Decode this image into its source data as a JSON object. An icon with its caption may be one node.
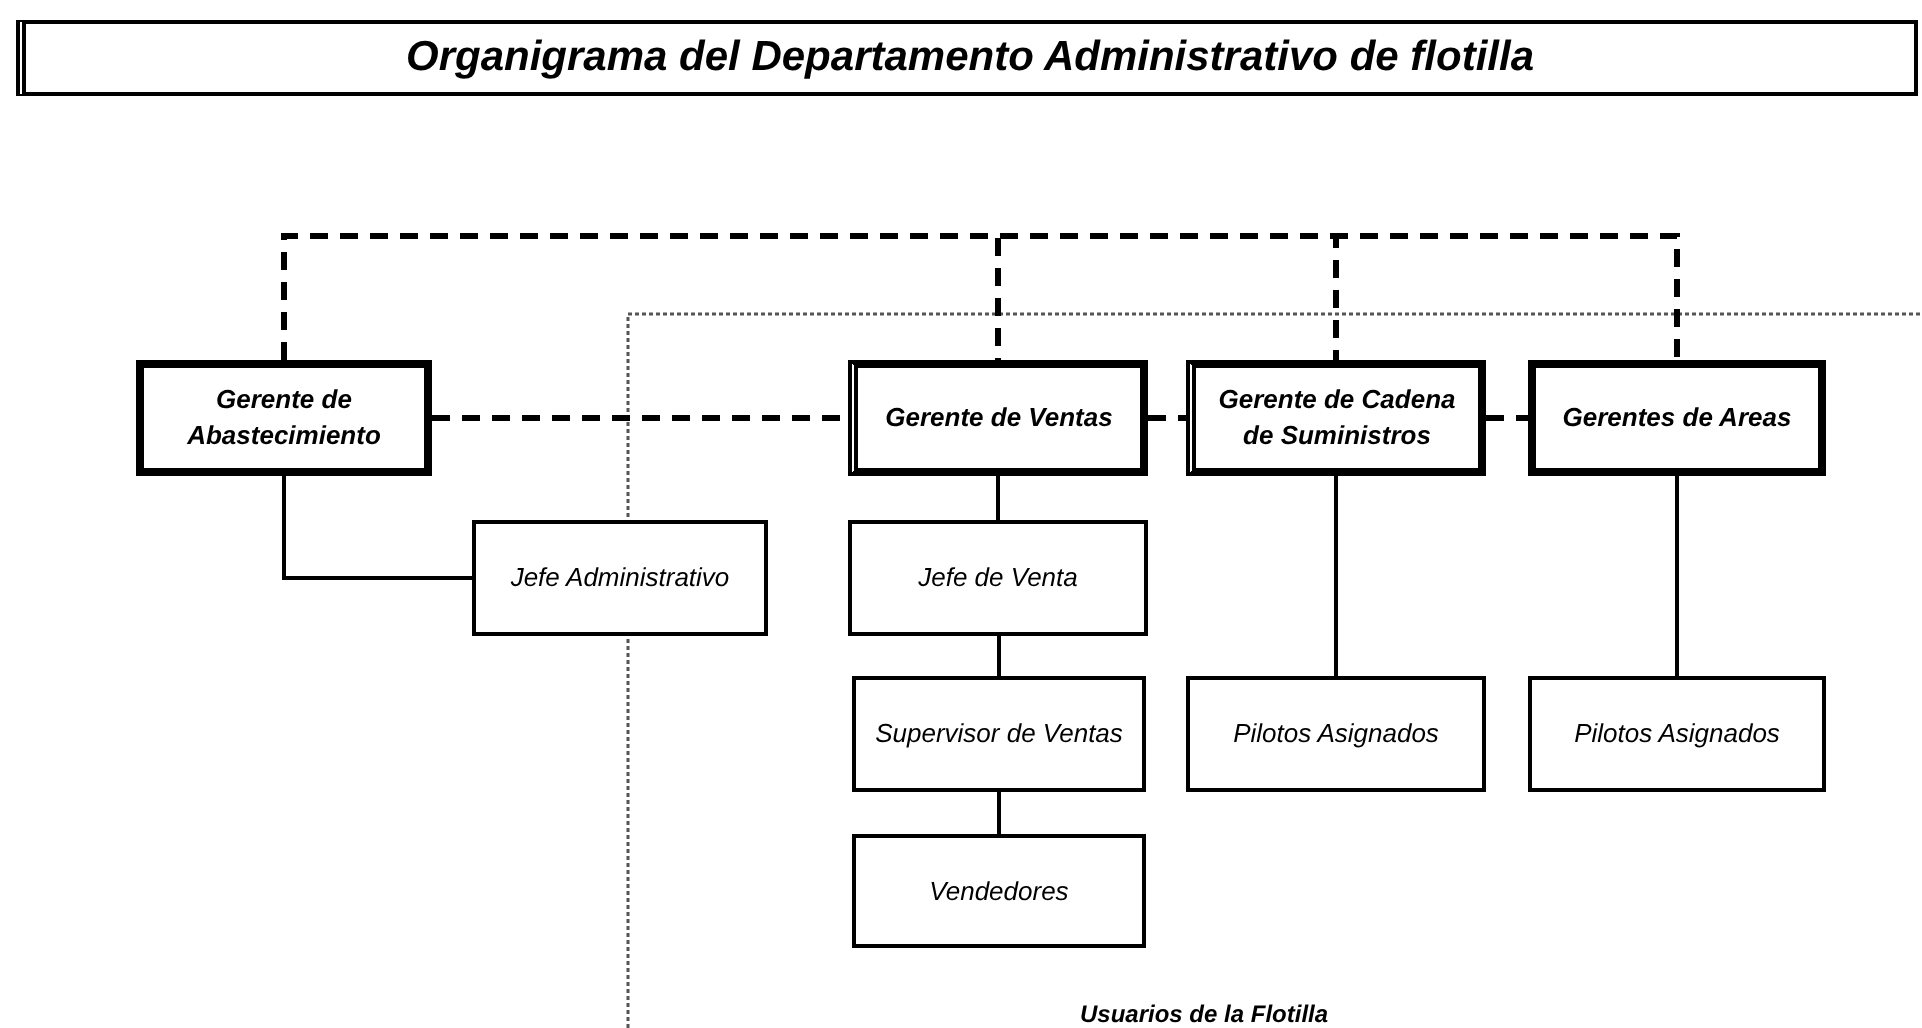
{
  "diagram": {
    "title": "Organigrama del Departamento Administrativo de flotilla",
    "nodes": [
      {
        "text": [
          "Gerente de Abastecimiento"
        ]
      },
      {
        "text": [
          "Gerente de Ventas"
        ]
      },
      {
        "text": [
          "Gerente de Cadena de Suministros"
        ]
      },
      {
        "text": [
          "Gerentes de Areas"
        ]
      },
      {
        "text": [
          "Jefe Administrativo"
        ]
      },
      {
        "text": [
          "Jefe de Venta"
        ]
      },
      {
        "text": [
          "Supervisor de Ventas"
        ]
      },
      {
        "text": [
          "Pilotos Asignados"
        ]
      },
      {
        "text": [
          "Pilotos Asignados"
        ]
      },
      {
        "text": [
          "Vendedores"
        ]
      }
    ],
    "edges": [
      {
        "from": 0,
        "to": 1,
        "arrow": "none",
        "style": "dashed"
      },
      {
        "from": 0,
        "to": 2,
        "arrow": "none",
        "style": "dashed"
      },
      {
        "from": 0,
        "to": 3,
        "arrow": "none",
        "style": "dashed"
      },
      {
        "from": 0,
        "to": 1,
        "arrow": "none",
        "style": "dashed"
      },
      {
        "from": 1,
        "to": 2,
        "arrow": "none",
        "style": "dashed"
      },
      {
        "from": 2,
        "to": 3,
        "arrow": "none",
        "style": "dashed"
      },
      {
        "from": 0,
        "to": 4,
        "arrow": "none"
      },
      {
        "from": 1,
        "to": 5,
        "arrow": "none"
      },
      {
        "from": 5,
        "to": 6,
        "arrow": "none"
      },
      {
        "from": 6,
        "to": 9,
        "arrow": "none"
      },
      {
        "from": 2,
        "to": 7,
        "arrow": "none"
      },
      {
        "from": 3,
        "to": 8,
        "arrow": "none"
      }
    ],
    "labels": [
      "Usuarios de la Flotilla"
    ]
  }
}
